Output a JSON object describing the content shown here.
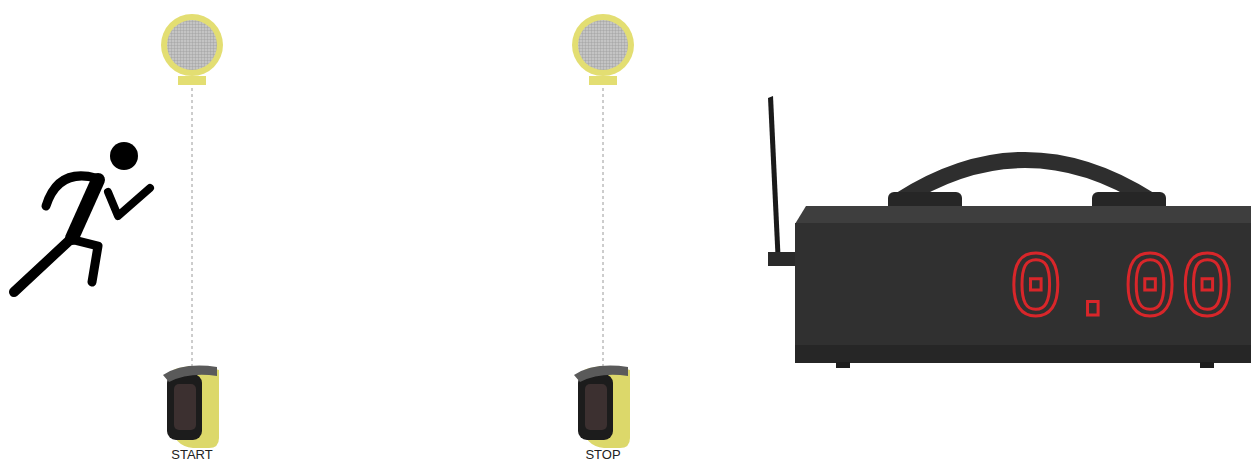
{
  "diagram": {
    "nodes": [
      {
        "text": [
          "START"
        ]
      },
      {
        "text": [
          "STOP"
        ]
      },
      {
        "text": [
          "0.00"
        ]
      }
    ]
  }
}
